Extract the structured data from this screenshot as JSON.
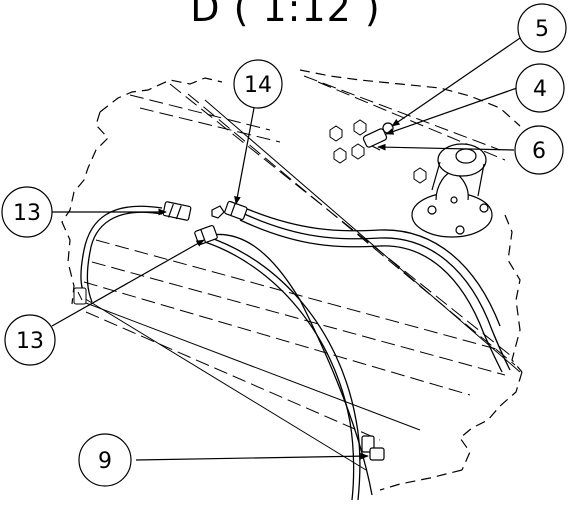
{
  "view_title": "D ( 1:12 )",
  "balloons": [
    {
      "id": "balloon-5",
      "label": "5"
    },
    {
      "id": "balloon-4",
      "label": "4"
    },
    {
      "id": "balloon-6",
      "label": "6"
    },
    {
      "id": "balloon-14",
      "label": "14"
    },
    {
      "id": "balloon-13-upper",
      "label": "13"
    },
    {
      "id": "balloon-13-lower",
      "label": "13"
    },
    {
      "id": "balloon-9",
      "label": "9"
    }
  ]
}
